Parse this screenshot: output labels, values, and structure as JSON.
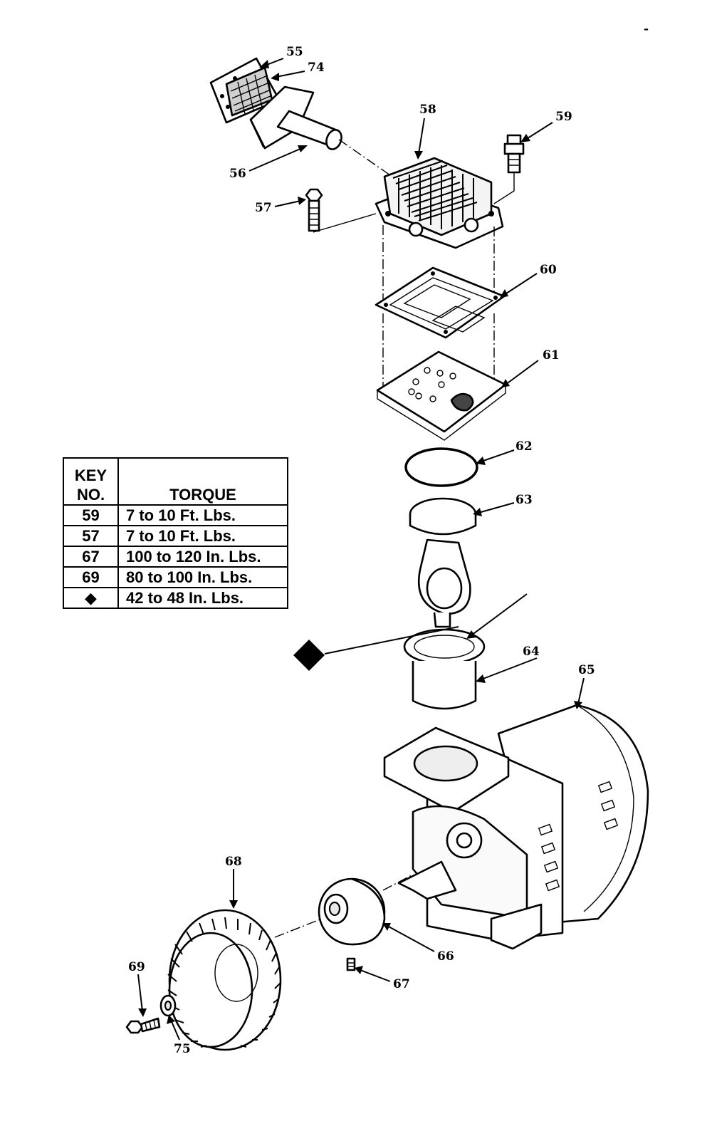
{
  "table": {
    "header": {
      "key": "KEY NO.",
      "key_line1": "KEY",
      "key_line2": "NO.",
      "value": "TORQUE"
    },
    "rows": [
      {
        "key": "59",
        "value": "7 to 10 Ft. Lbs."
      },
      {
        "key": "57",
        "value": "7 to 10 Ft. Lbs."
      },
      {
        "key": "67",
        "value": "100 to 120 In. Lbs."
      },
      {
        "key": "69",
        "value": "80 to 100 In. Lbs."
      },
      {
        "key": "◆",
        "value": "42 to 48 In. Lbs."
      }
    ]
  },
  "callouts": [
    "55",
    "74",
    "58",
    "59",
    "56",
    "57",
    "60",
    "61",
    "62",
    "63",
    "64",
    "65",
    "68",
    "66",
    "69",
    "67",
    "75"
  ],
  "corner_mark": "-"
}
